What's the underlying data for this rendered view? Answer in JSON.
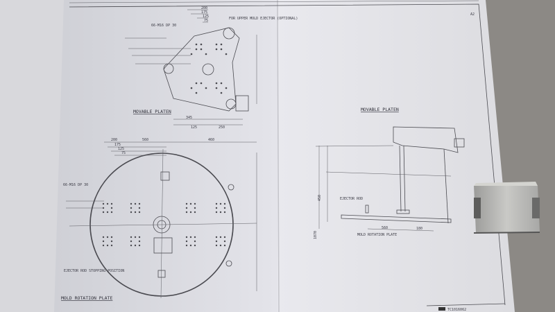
{
  "drawing": {
    "sheet_size": "A2",
    "drawing_number": "TC1016062",
    "movable_platen": {
      "title": "MOVABLE PLATEN",
      "tapped_holes": "66-M16 DP 30",
      "ejector_note": "FOR UPPER MOLD EJECTOR (OPTIONAL)",
      "dimensions": [
        "200",
        "175",
        "125",
        "75",
        "345",
        "125",
        "250"
      ]
    },
    "mold_rotation_plate": {
      "title": "MOLD ROTATION PLATE",
      "tapped_holes": "66-M16 DP 30",
      "ejector_note": "EJECTOR ROD STOPPING POSITION",
      "dimensions": [
        "200",
        "175",
        "125",
        "75",
        "560",
        "460"
      ]
    },
    "side_view": {
      "platen_label": "MOVABLE PLATEN",
      "ejector_label": "EJECTOR ROD",
      "plate_label": "MOLD ROTATION PLATE",
      "dimensions": [
        "450",
        "560",
        "180",
        "1070"
      ]
    }
  },
  "colors": {
    "paper": "#e6e6ea",
    "line": "#4a4a50",
    "floor": "#8a8783",
    "metal": "#b4b4b2"
  }
}
